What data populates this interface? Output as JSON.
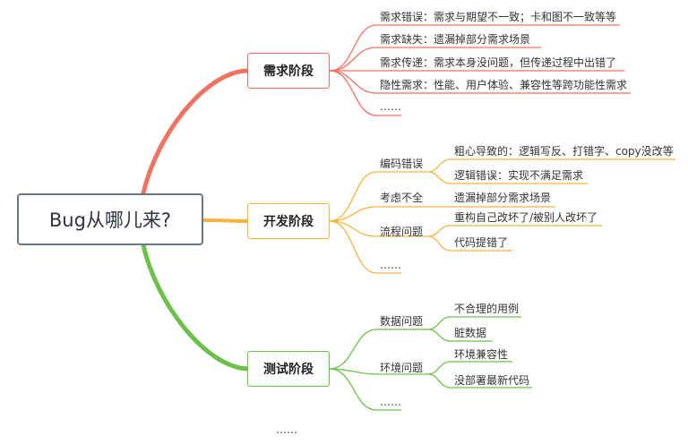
{
  "root": {
    "label": "Bug从哪儿来?"
  },
  "colors": {
    "stage1": "#f07262",
    "stage2": "#f3b33d",
    "stage3": "#6cc04a",
    "root_border": "#6b7789"
  },
  "stages": [
    {
      "label": "需求阶段",
      "items": [
        "需求错误：需求与期望不一致；卡和图不一致等等",
        "需求缺失：遗漏掉部分需求场景",
        "需求传递：需求本身没问题，但传递过程中出错了",
        "隐性需求：性能、用户体验、兼容性等跨功能性需求",
        "……"
      ]
    },
    {
      "label": "开发阶段",
      "groups": [
        {
          "label": "编码错误",
          "children": [
            "粗心导致的：逻辑写反、打错字、copy没改等",
            "逻辑错误：实现不满足需求"
          ]
        },
        {
          "label": "考虑不全",
          "children": [
            "遗漏掉部分需求场景"
          ]
        },
        {
          "label": "流程问题",
          "children": [
            "重构自己改坏了/被别人改坏了",
            "代码提错了"
          ]
        }
      ],
      "more": "……"
    },
    {
      "label": "测试阶段",
      "groups": [
        {
          "label": "数据问题",
          "children": [
            "不合理的用例",
            "脏数据"
          ]
        },
        {
          "label": "环境问题",
          "children": [
            "环境兼容性",
            "没部署最新代码"
          ]
        }
      ],
      "more": "……"
    }
  ],
  "bottom_more": "……"
}
